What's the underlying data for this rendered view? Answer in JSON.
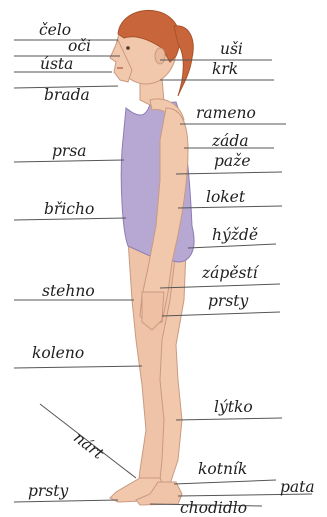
{
  "labels": {
    "celo": "čelo",
    "oci": "oči",
    "usta": "ústa",
    "brada": "brada",
    "prsa": "prsa",
    "bricho": "břicho",
    "stehno": "stehno",
    "koleno": "koleno",
    "prsty_foot": "prsty",
    "nart": "nárt",
    "usi": "uši",
    "krk": "krk",
    "rameno": "rameno",
    "zada": "záda",
    "paze": "paže",
    "loket": "loket",
    "hyzde": "hýždě",
    "zapesti": "zápěstí",
    "prsty_hand": "prsty",
    "lytko": "lýtko",
    "kotnik": "kotník",
    "pata": "pata",
    "chodidlo": "chodidlo"
  },
  "colors": {
    "skin": "#f2c8ad",
    "skin_shadow": "#dba98d",
    "hair": "#c8653a",
    "leotard": "#b6a8d3",
    "line": "#555555",
    "text": "#1f1f1f"
  }
}
